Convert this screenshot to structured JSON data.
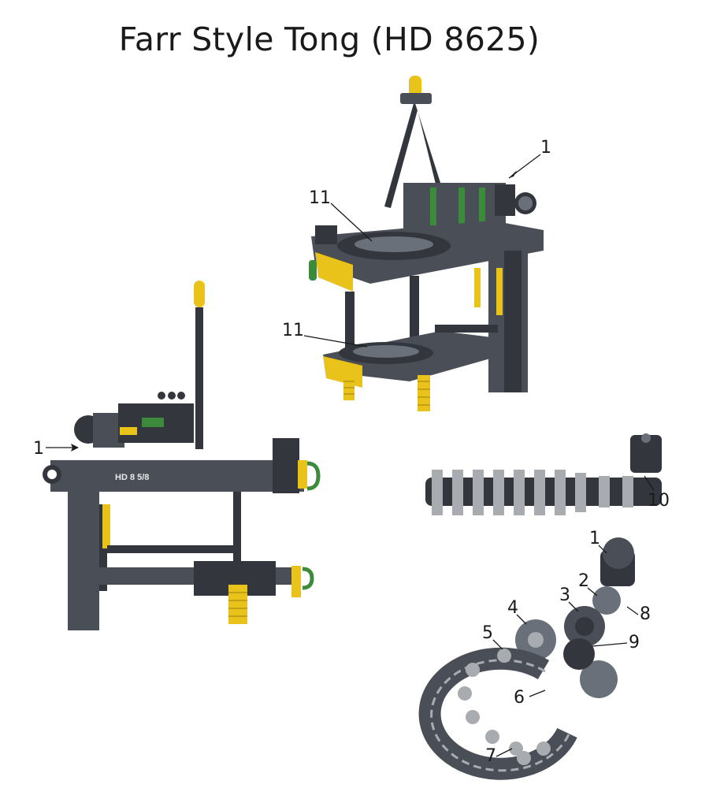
{
  "title": "Farr Style Tong (HD 8625)",
  "callouts": [
    {
      "id": "c1-top",
      "label": "1"
    },
    {
      "id": "c11-top",
      "label": "11"
    },
    {
      "id": "c11-mid",
      "label": "11"
    },
    {
      "id": "c1-left",
      "label": "1"
    },
    {
      "id": "c10",
      "label": "10"
    },
    {
      "id": "c1-gear",
      "label": "1"
    },
    {
      "id": "c2",
      "label": "2"
    },
    {
      "id": "c3",
      "label": "3"
    },
    {
      "id": "c4",
      "label": "4"
    },
    {
      "id": "c5",
      "label": "5"
    },
    {
      "id": "c6",
      "label": "6"
    },
    {
      "id": "c7",
      "label": "7"
    },
    {
      "id": "c8",
      "label": "8"
    },
    {
      "id": "c9",
      "label": "9"
    }
  ],
  "nameplate": "HD 8 5/8",
  "colors": {
    "steel": "#4a4f57",
    "yellow": "#e9c21a",
    "green": "#3c8a3c"
  }
}
